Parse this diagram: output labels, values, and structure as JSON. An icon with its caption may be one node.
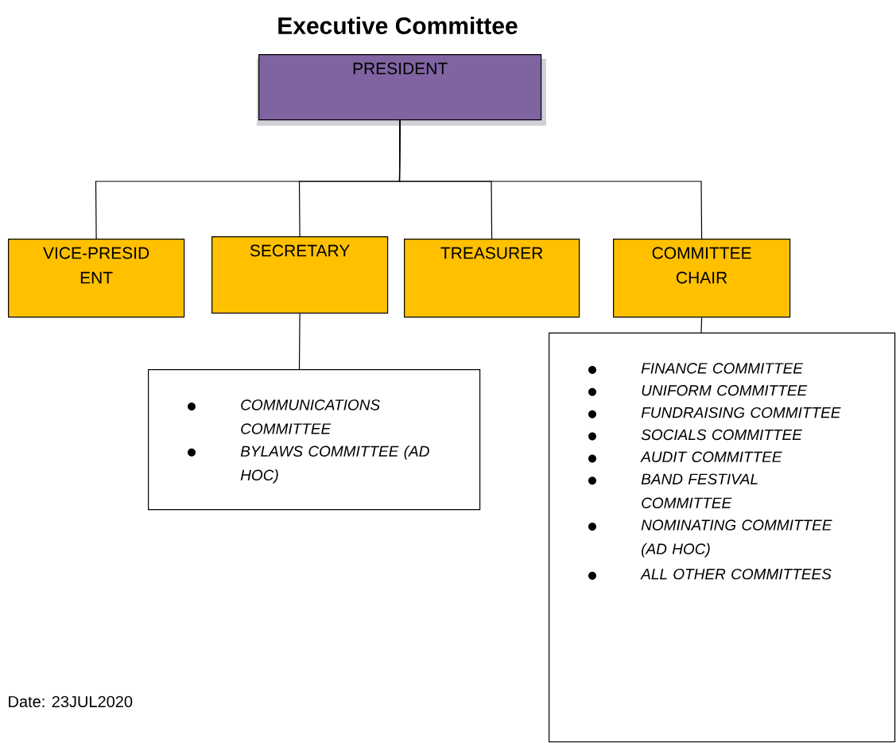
{
  "diagram": {
    "title": "Executive Committee",
    "nodes": [
      {
        "text": [
          "PRESIDENT"
        ]
      },
      {
        "text": [
          "VICE-PRESID ENT"
        ]
      },
      {
        "text": [
          "SECRETARY"
        ]
      },
      {
        "text": [
          "TREASURER"
        ]
      },
      {
        "text": [
          "COMMITTEE CHAIR"
        ]
      },
      {
        "text": [
          "COMMUNICATIONS COMMITTEE",
          "BYLAWS COMMITTEE (AD HOC)"
        ]
      },
      {
        "text": [
          "*FINANCE* COMMITTEE",
          "UNIFORM COMMITTEE",
          "FUNDRAISING COMMITTEE",
          "SOCIALS COMMITTEE",
          "AUDIT COMMITTEE",
          "BAND FESTIVAL COMMITTEE",
          "NOMINATING COMMITTEE (AD HOC)",
          "ALL OTHER COMMITTEES"
        ]
      }
    ],
    "edges": [
      {
        "from": 0,
        "to": 1,
        "arrow": "none"
      },
      {
        "from": 0,
        "to": 2,
        "arrow": "none"
      },
      {
        "from": 0,
        "to": 3,
        "arrow": "none"
      },
      {
        "from": 0,
        "to": 4,
        "arrow": "none"
      },
      {
        "from": 2,
        "to": 5,
        "arrow": "none"
      },
      {
        "from": 4,
        "to": 6,
        "arrow": "none"
      }
    ],
    "labels": [
      "Date: 23JUL2020"
    ]
  }
}
